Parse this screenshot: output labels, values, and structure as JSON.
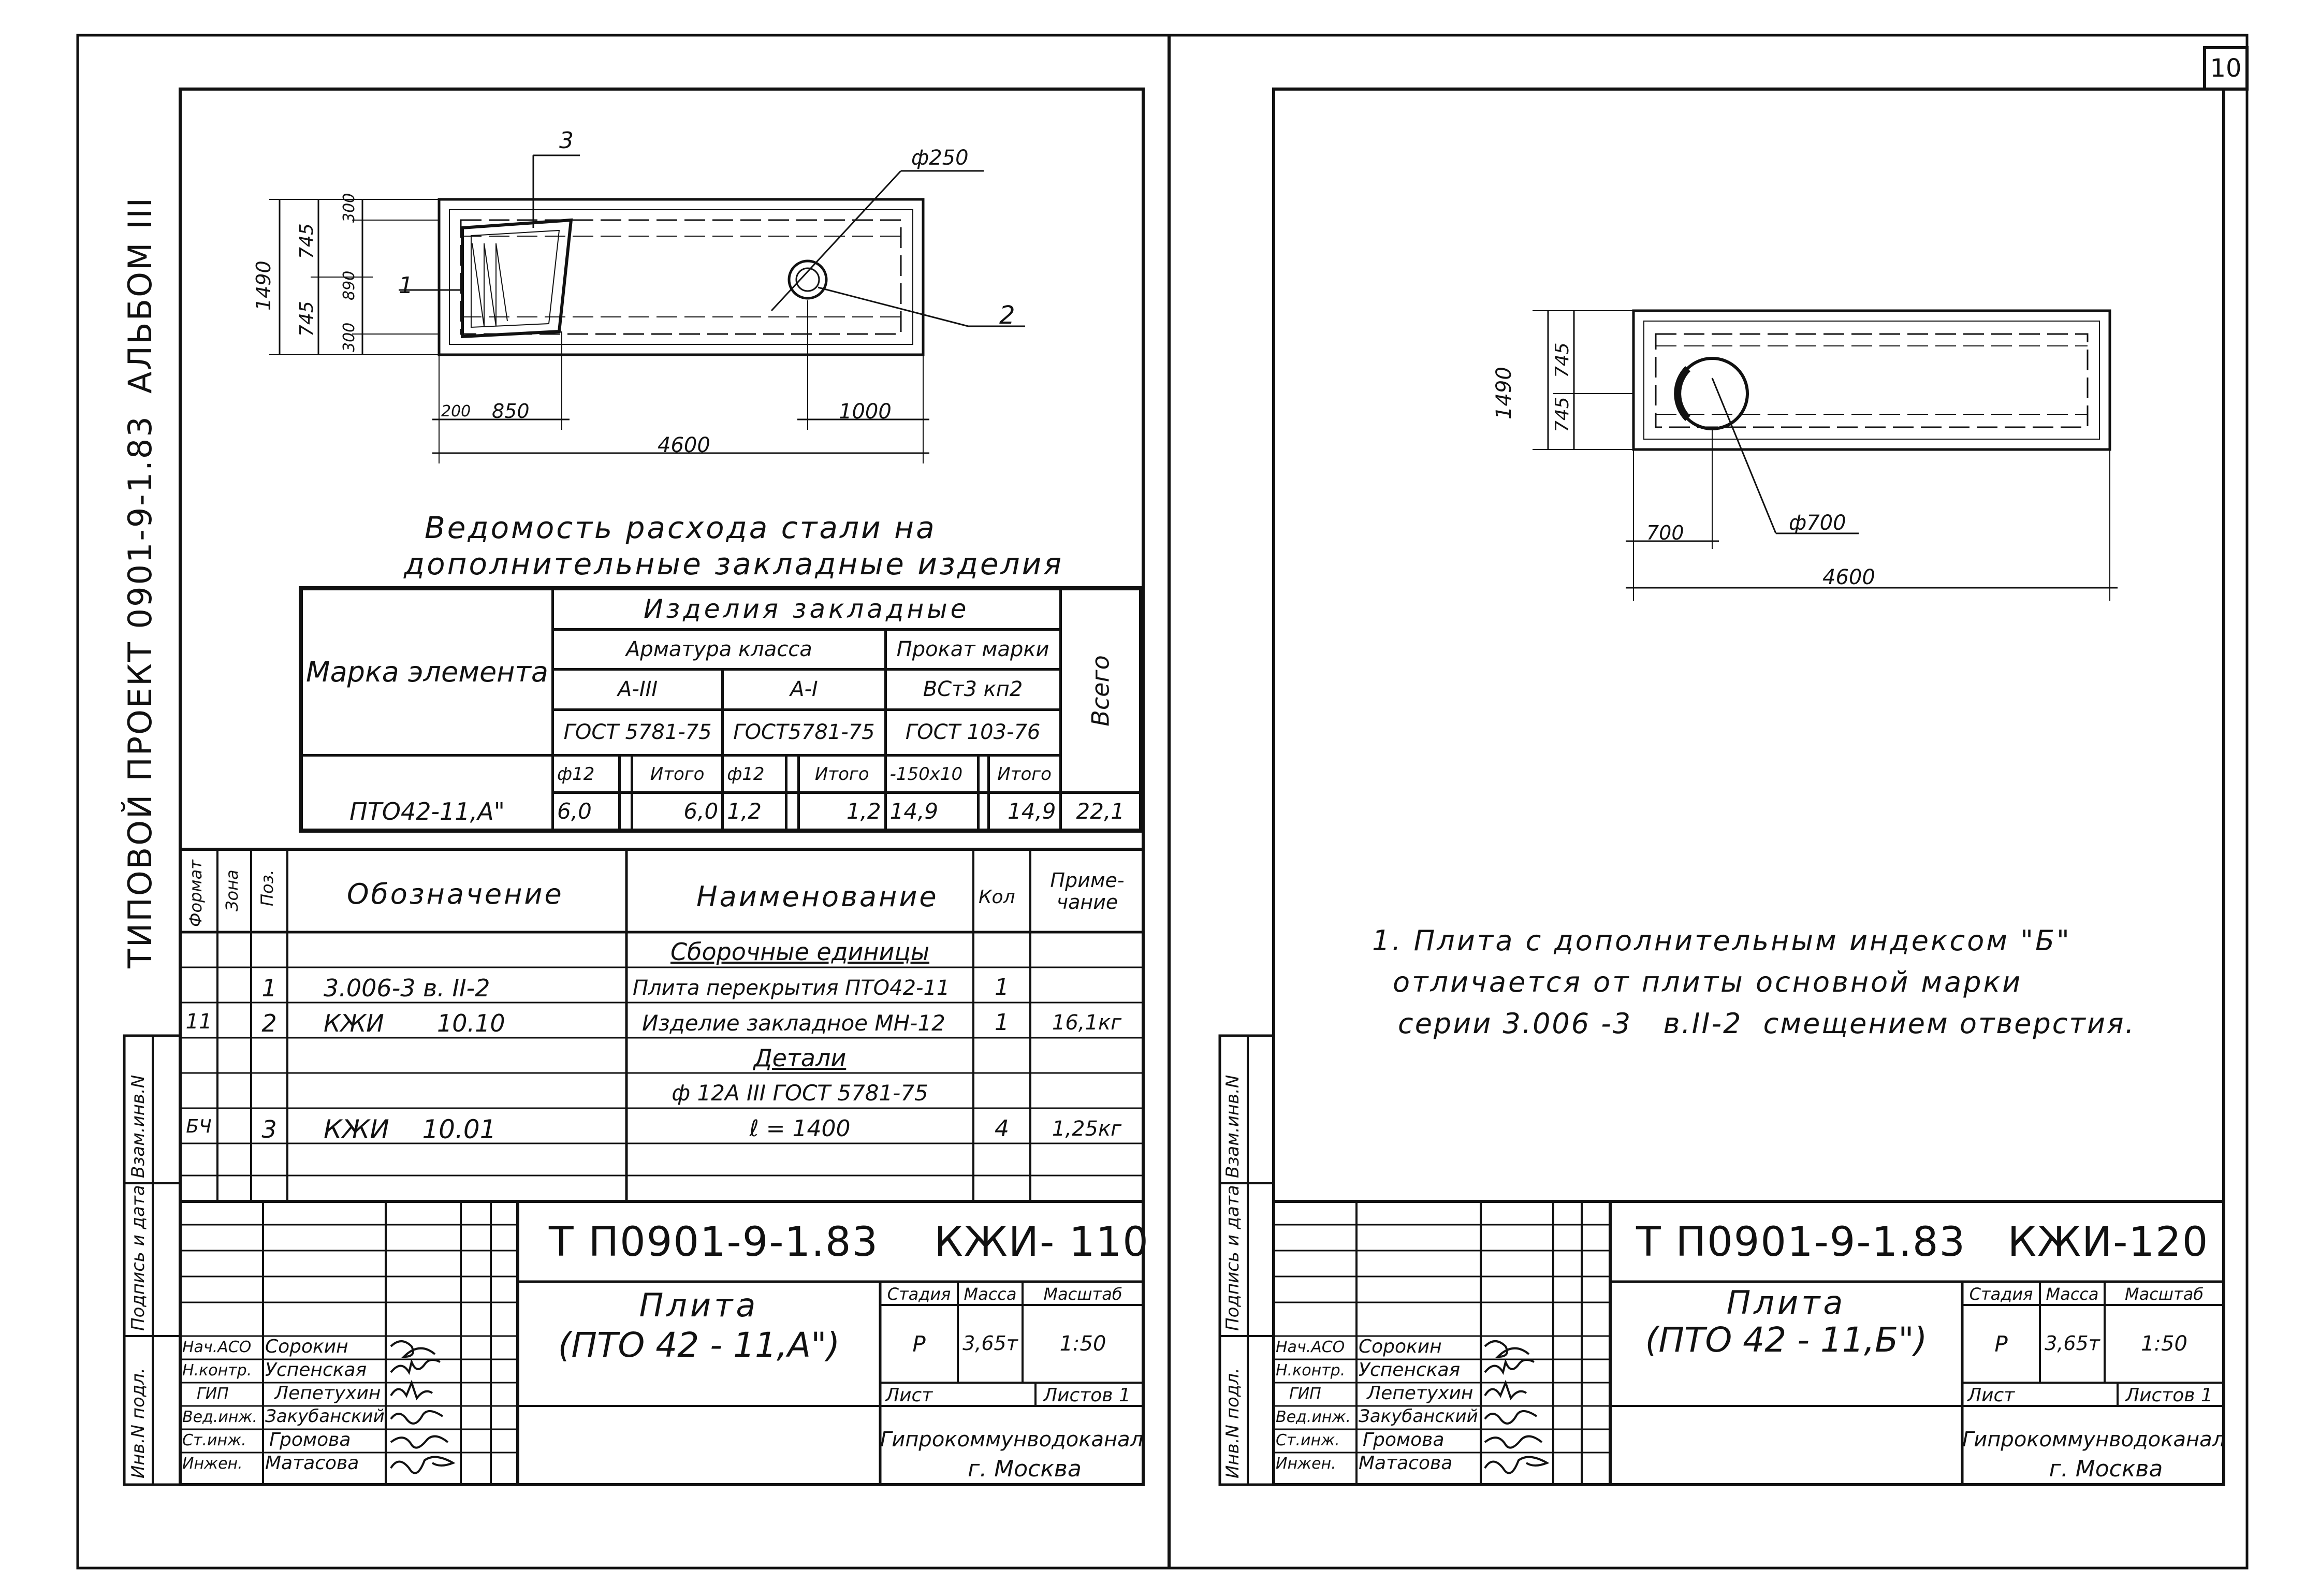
{
  "album": {
    "series": "ТИПОВОЙ ПРОЕКТ 0901-9-1.83",
    "album": "АЛЬБОМ III"
  },
  "sheet_number": "10",
  "side_stamp": {
    "vzam": "Взам.инв.N",
    "podpis": "Подпись и дата",
    "inv": "Инв.N подл."
  },
  "left": {
    "drawing": {
      "dims": {
        "d250": "ф250",
        "d1490": "1490",
        "d745a": "745",
        "d745b": "745",
        "d300a": "300",
        "d300b": "300",
        "d890": "890",
        "d200": "200",
        "d850": "850",
        "d1000": "1000",
        "d4600": "4600"
      },
      "leaders": {
        "p1": "1",
        "p2": "2",
        "p3": "3"
      }
    },
    "steel_title_1": "Ведомость расхода стали на",
    "steel_title_2": "дополнительные закладные изделия",
    "steel_table": {
      "mark": "Марка элемента",
      "items": "Изделия закладные",
      "arm": "Арматура класса",
      "rolled": "Прокат марки",
      "total": "Всего",
      "a3": "А-III",
      "a1": "А-I",
      "vst": "ВСт3 кп2",
      "g1": "ГОСТ 5781-75",
      "g2": "ГОСТ5781-75",
      "g3": "ГОСТ 103-76",
      "h1": "ф12",
      "h2": "Итого",
      "h3": "ф12",
      "h4": "Итого",
      "h5": "-150х10",
      "h6": "Итого",
      "row": {
        "mark": "ПТО42-11,А\"",
        "v1": "6,0",
        "v2": "6,0",
        "v3": "1,2",
        "v4": "1,2",
        "v5": "14,9",
        "v6": "14,9",
        "total": "22,1"
      }
    },
    "spec": {
      "headers": {
        "format": "Формат",
        "zone": "Зона",
        "pos": "Поз.",
        "oboz": "Обозначение",
        "name": "Наименование",
        "qty": "Кол",
        "note": "Приме-чание"
      },
      "rows": [
        {
          "format": "",
          "pos": "",
          "oboz": "",
          "name": "Сборочные единицы",
          "qty": "",
          "note": "",
          "underline": true
        },
        {
          "format": "",
          "pos": "1",
          "oboz": "3.006-3  в. II-2",
          "name": "Плита перекрытия ПТО42-11",
          "qty": "1",
          "note": ""
        },
        {
          "format": "11",
          "pos": "2",
          "oboz": "КЖИ       10.10",
          "name": "Изделие закладное МН-12",
          "qty": "1",
          "note": "16,1кг"
        },
        {
          "format": "",
          "pos": "",
          "oboz": "",
          "name": "Детали",
          "qty": "",
          "note": "",
          "underline": true
        },
        {
          "format": "",
          "pos": "",
          "oboz": "",
          "name": "ф 12А III  ГОСТ 5781-75",
          "qty": "",
          "note": ""
        },
        {
          "format": "БЧ",
          "pos": "3",
          "oboz": "КЖИ    10.01",
          "name": "ℓ = 1400",
          "qty": "4",
          "note": "1,25кг"
        },
        {
          "format": "",
          "pos": "",
          "oboz": "",
          "name": "",
          "qty": "",
          "note": ""
        }
      ]
    },
    "title_block": {
      "code": "Т П0901-9-1.83    КЖИ- 110",
      "name1": "Плита",
      "name2": "(ПТО 42 - 11,А\")",
      "stage_h": "Стадия",
      "mass_h": "Масса",
      "scale_h": "Масштаб",
      "stage": "Р",
      "mass": "3,65т",
      "scale": "1:50",
      "sheet": "Лист",
      "sheets": "Листов 1",
      "org1": "Гипрокоммунводоканал",
      "org2": "г. Москва",
      "people": [
        {
          "role": "Нач.АСО",
          "name": "Сорокин"
        },
        {
          "role": "Н.контр.",
          "name": "Успенская"
        },
        {
          "role": "ГИП",
          "name": "Лепетухин"
        },
        {
          "role": "Вед.инж.",
          "name": "Закубанский"
        },
        {
          "role": "Ст.инж.",
          "name": "Громова"
        },
        {
          "role": "Инжен.",
          "name": "Матасова"
        }
      ]
    }
  },
  "right": {
    "drawing": {
      "dims": {
        "d1490": "1490",
        "d745a": "745",
        "d745b": "745",
        "d700": "700",
        "d4600": "4600",
        "dia700": "ф700"
      }
    },
    "note_1": "1. Плита с дополнительным индексом \"Б\"",
    "note_2": "отличается от плиты основной марки",
    "note_3": "серии 3.006 -3   в.II-2  смещением отверстия.",
    "title_block": {
      "code": "Т П0901-9-1.83   КЖИ-120",
      "name1": "Плита",
      "name2": "(ПТО 42 - 11,Б\")",
      "stage_h": "Стадия",
      "mass_h": "Масса",
      "scale_h": "Масштаб",
      "stage": "Р",
      "mass": "3,65т",
      "scale": "1:50",
      "sheet": "Лист",
      "sheets": "Листов 1",
      "org1": "Гипрокоммунводоканал",
      "org2": "г. Москва",
      "people": [
        {
          "role": "Нач.АСО",
          "name": "Сорокин"
        },
        {
          "role": "Н.контр.",
          "name": "Успенская"
        },
        {
          "role": "ГИП",
          "name": "Лепетухин"
        },
        {
          "role": "Вед.инж.",
          "name": "Закубанский"
        },
        {
          "role": "Ст.инж.",
          "name": "Громова"
        },
        {
          "role": "Инжен.",
          "name": "Матасова"
        }
      ]
    }
  }
}
